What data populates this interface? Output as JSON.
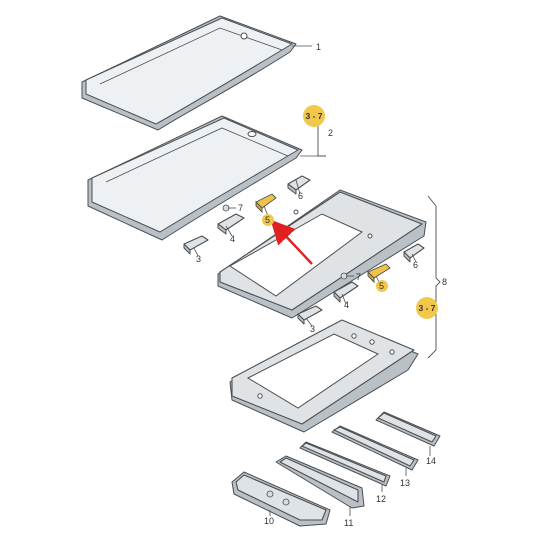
{
  "labels": {
    "l1": "1",
    "l2": "2",
    "l3a": "3",
    "l3b": "3",
    "l4a": "4",
    "l4b": "4",
    "l5a": "5",
    "l5b": "5",
    "l6a": "6",
    "l6b": "6",
    "l7a": "7",
    "l7b": "7",
    "l8": "8",
    "l10": "10",
    "l11": "11",
    "l12": "12",
    "l13": "13",
    "l14": "14"
  },
  "badges": {
    "b1": "3 - 7",
    "b2": "3 - 7"
  },
  "colors": {
    "badge_fill": "#f2c84b",
    "highlight_fill": "#f0c24a",
    "arrow": "#e12020"
  }
}
